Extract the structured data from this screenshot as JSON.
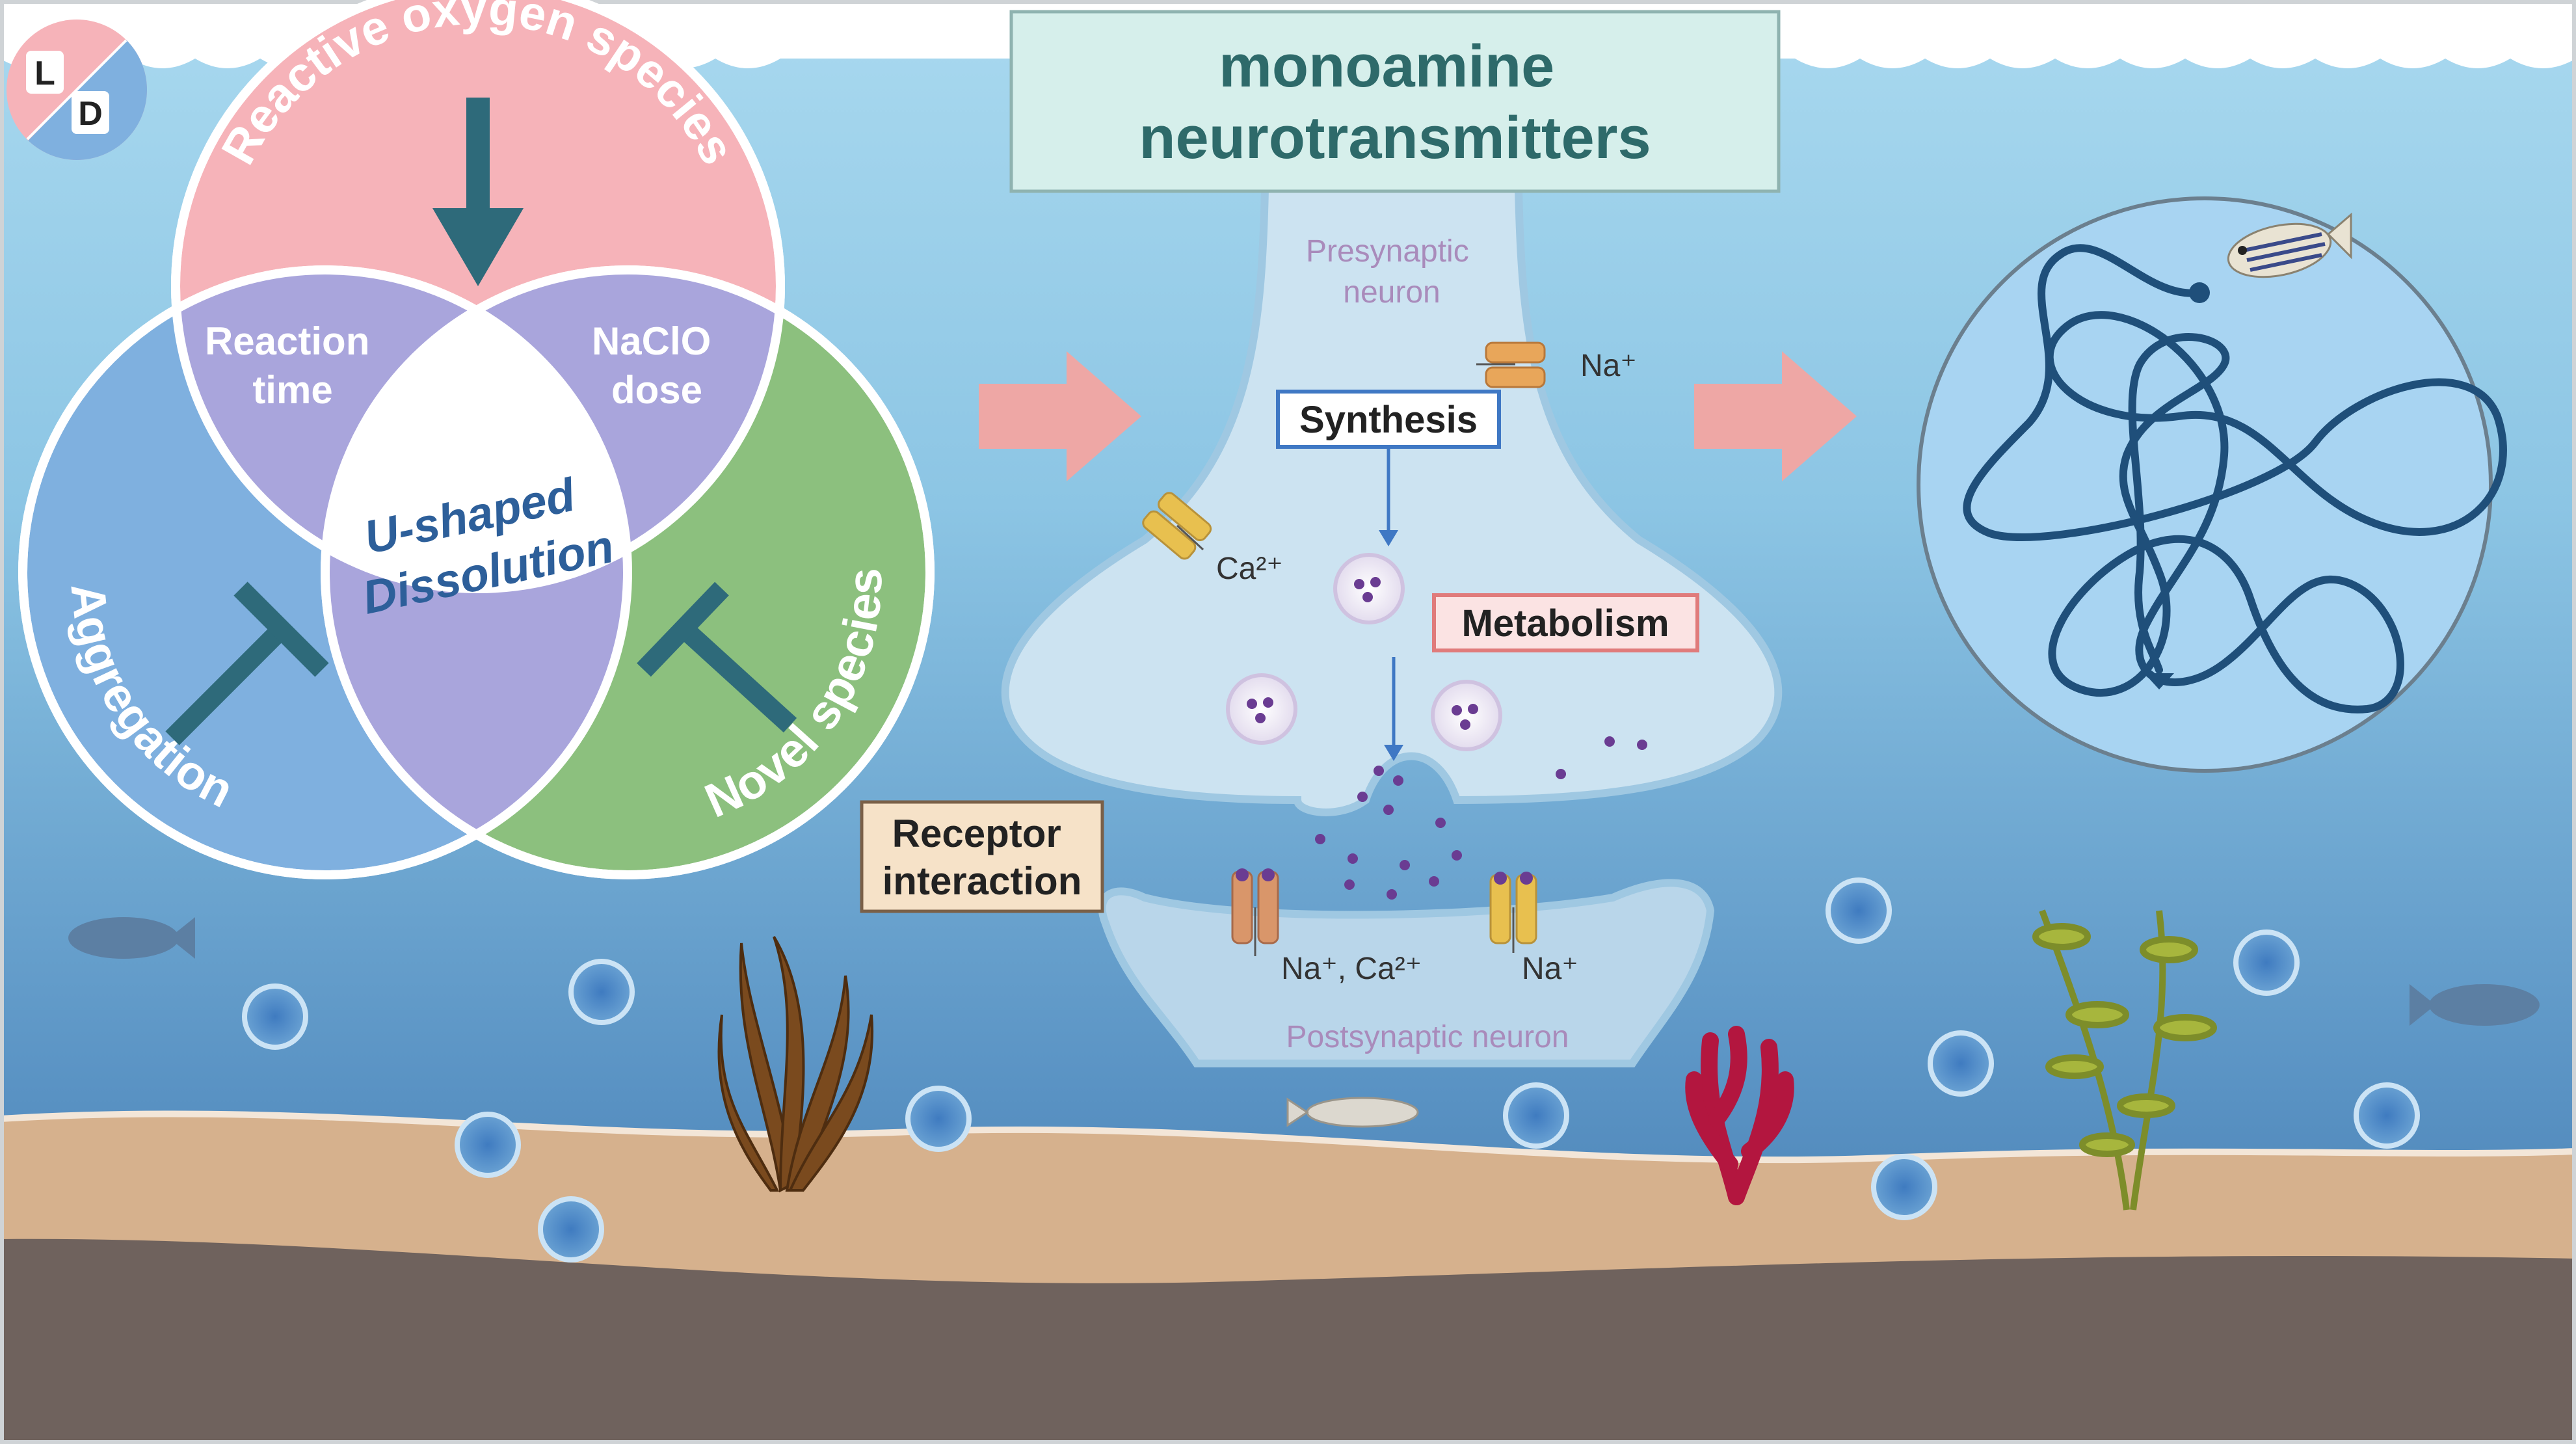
{
  "venn": {
    "top_label": "Reactive oxygen species",
    "left_label": "Aggregation",
    "right_label": "Novel species",
    "overlap_top_left": [
      "Reaction",
      "time"
    ],
    "overlap_top_right": [
      "NaClO",
      "dose"
    ],
    "center": [
      "U-shaped",
      "Dissolution"
    ]
  },
  "badge": {
    "left": "L",
    "right": "D"
  },
  "title": [
    "monoamine",
    "neurotransmitters"
  ],
  "synapse": {
    "presynaptic": [
      "Presynaptic",
      "neuron"
    ],
    "postsynaptic": "Postsynaptic neuron",
    "synthesis": "Synthesis",
    "metabolism": "Metabolism",
    "receptor": [
      "Receptor",
      "interaction"
    ],
    "na_top": "Na⁺",
    "ca": "Ca²⁺",
    "na_ca": "Na⁺, Ca²⁺",
    "na_right": "Na⁺"
  },
  "colors": {
    "sky_top": "#a9d9ef",
    "water_deep": "#3f7bb0",
    "sand": "#d6b18d",
    "ground": "#6f625d",
    "ros_circle": "#f6b3b9",
    "aggregation_circle": "#7fb0df",
    "novel_circle": "#8cc07e",
    "overlap": "#a9a5dc",
    "arrow_teal": "#2e6a7a",
    "title_box": "#d6efeb",
    "title_text": "#2e6a6a",
    "synthesis_border": "#3f78c4",
    "metabolism_border": "#e07b7b",
    "metabolism_fill": "#fbe3e3",
    "receptor_fill": "#f6e2c8",
    "pink_arrow": "#eea7a5",
    "path_stroke": "#1f4f7a"
  }
}
